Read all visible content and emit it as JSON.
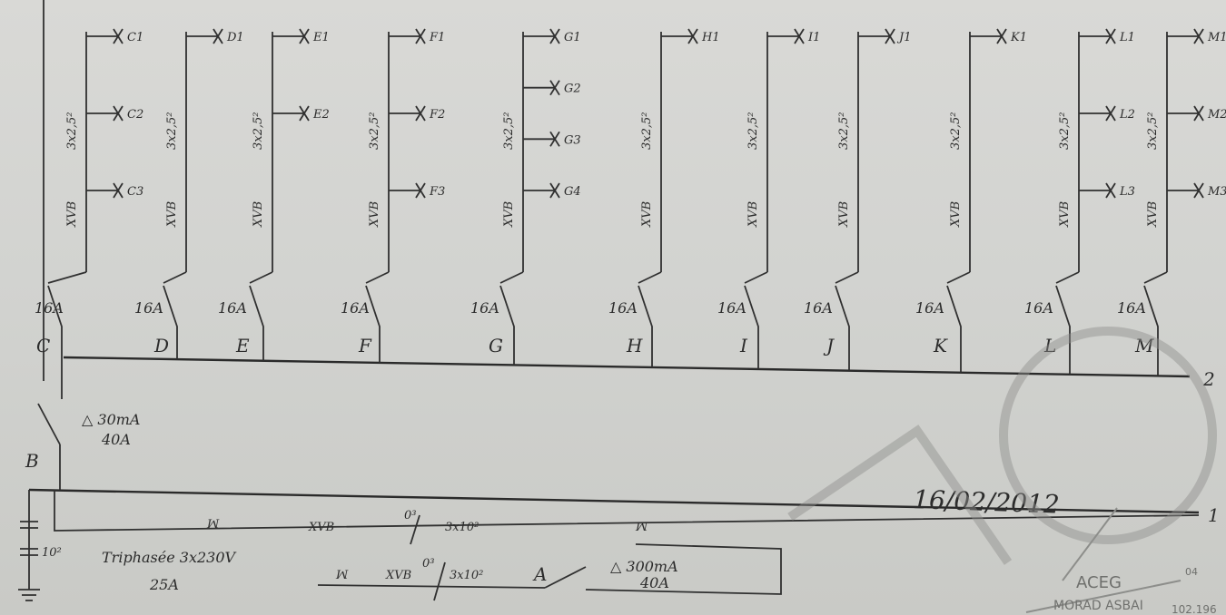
{
  "breakers": [
    "16A",
    "16A",
    "16A",
    "16A",
    "16A",
    "16A",
    "16A",
    "16A",
    "16A",
    "16A",
    "16A"
  ],
  "circuits": [
    "C",
    "D",
    "E",
    "F",
    "G",
    "H",
    "I",
    "J",
    "K",
    "L",
    "M"
  ],
  "cable_label": "XVB",
  "cable_section": "3x2,5²",
  "earth_mark": "ꟽ",
  "points": {
    "C": [
      "C1",
      "C2",
      "C3"
    ],
    "D": [
      "D1"
    ],
    "E": [
      "E1",
      "E2"
    ],
    "F": [
      "F1",
      "F2",
      "F3"
    ],
    "G": [
      "G1",
      "G2",
      "G3",
      "G4"
    ],
    "H": [
      "H1"
    ],
    "I": [
      "I1"
    ],
    "J": [
      "J1"
    ],
    "K": [
      "K1"
    ],
    "L": [
      "L1",
      "L2",
      "L3"
    ],
    "M": [
      "M1",
      "M2",
      "M3"
    ]
  },
  "bus2_label": "2",
  "bus1_label": "1",
  "diff_B": {
    "label": "B",
    "sens": "△ 30mA",
    "rating": "40A"
  },
  "main": {
    "supply": "Triphasée 3x230V",
    "supply_rating": "25A",
    "cable1": "XVB",
    "cable1_section": "3x10²",
    "cable1_marks": "0³",
    "cable2": "XVB",
    "cable2_section": "3x10²",
    "cable2_marks": "0³",
    "breaker_label": "A",
    "diff_sens": "△ 300mA",
    "diff_rating": "40A",
    "earth_section": "10²"
  },
  "date": "16/02/2012",
  "stamp": {
    "org": "ACEG",
    "name": "MORAD ASBAI",
    "code": "04",
    "ref": "102.196"
  },
  "colors": {
    "ink": "#2c2c2c",
    "paper": "#d6d6d3",
    "stamp": "#8d8e8b"
  }
}
